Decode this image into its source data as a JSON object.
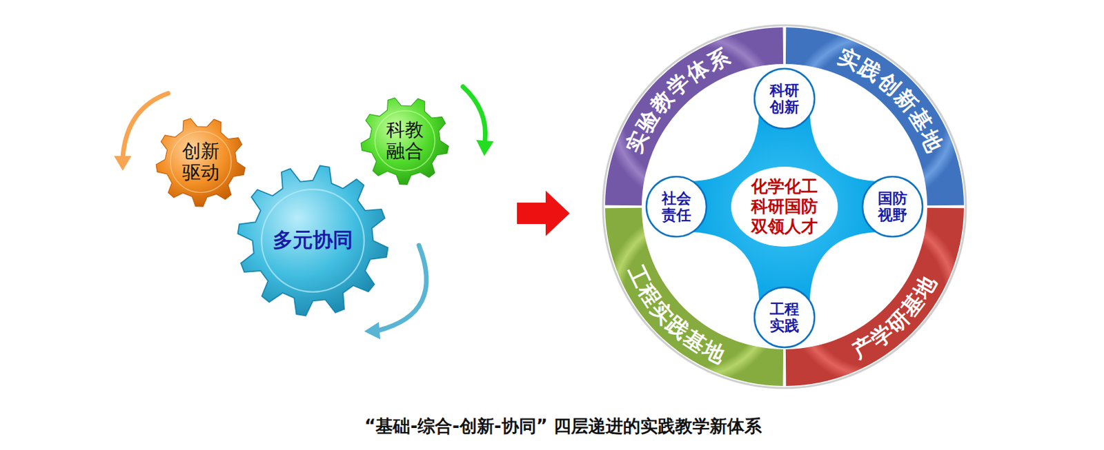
{
  "diagram": {
    "caption": "“基础-综合-创新-协同” 四层递进的实践教学新体系",
    "nodes": [
      {
        "text": [
          "创新驱动"
        ]
      },
      {
        "text": [
          "科教融合"
        ]
      },
      {
        "text": [
          "多元协同"
        ]
      },
      {
        "text": [
          "实验教学体系"
        ]
      },
      {
        "text": [
          "实践创新基地"
        ]
      },
      {
        "text": [
          "产学研基地"
        ]
      },
      {
        "text": [
          "工程实践基地"
        ]
      },
      {
        "text": [
          "化学化工 科研国防 双领人才"
        ]
      },
      {
        "text": [
          "科研 创新"
        ],
        "in": 7
      },
      {
        "text": [
          "国防 视野"
        ],
        "in": 7
      },
      {
        "text": [
          "工程 实践"
        ],
        "in": 7
      },
      {
        "text": [
          "社会 责任"
        ],
        "in": 7
      }
    ]
  }
}
